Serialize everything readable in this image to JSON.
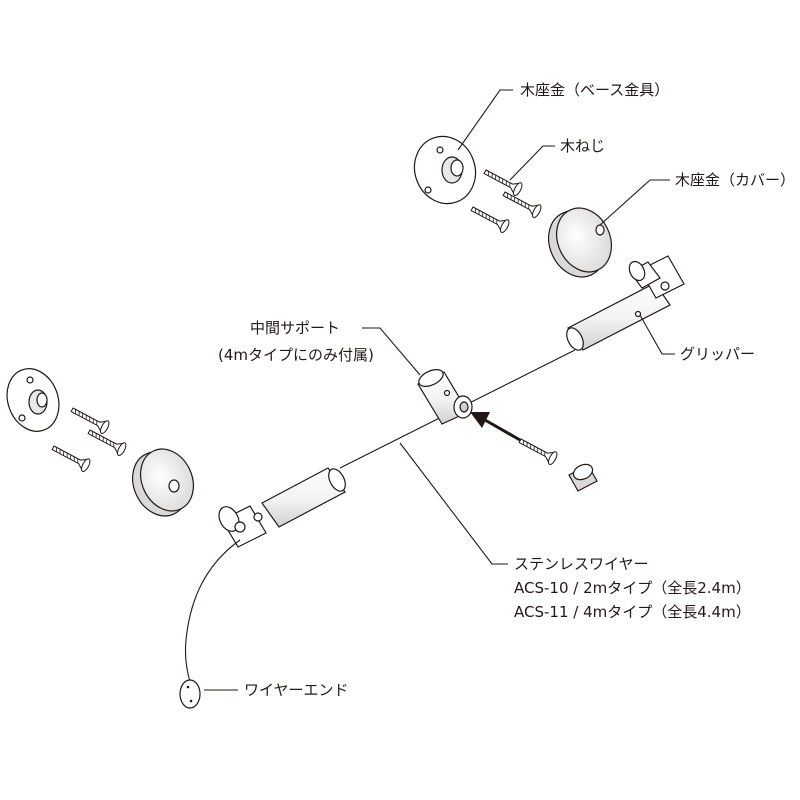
{
  "labels": {
    "base_fitting": "木座金（ベース金具）",
    "wood_screw": "木ねじ",
    "cover": "木座金（カバー）",
    "mid_support_1": "中間サポート",
    "mid_support_2": "(4mタイプにのみ付属)",
    "gripper": "グリッパー",
    "wire_1": "ステンレスワイヤー",
    "wire_2": "ACS-10 / 2mタイプ（全長2.4m）",
    "wire_3": "ACS-11 / 4mタイプ（全長4.4m）",
    "wire_end": "ワイヤーエンド"
  },
  "colors": {
    "line": "#231815",
    "part_fill": "#ffffff",
    "shade": "#d9d9d9"
  }
}
